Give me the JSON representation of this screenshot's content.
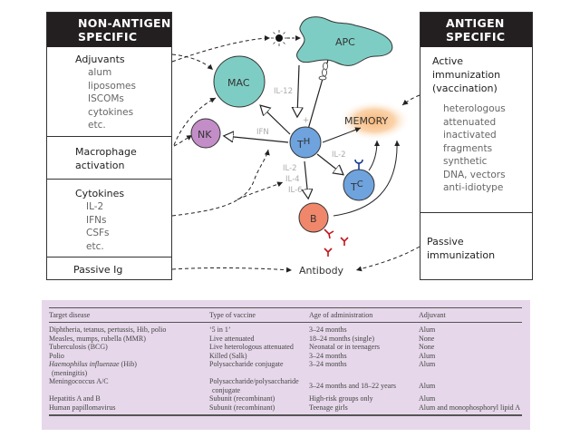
{
  "left_panel": {
    "header": [
      "NON-ANTIGEN",
      "SPECIFIC"
    ],
    "sections": [
      {
        "title": "Adjuvants",
        "items": [
          "alum",
          "liposomes",
          "ISCOMs",
          "cytokines",
          "etc."
        ]
      },
      {
        "title_lines": [
          "Macrophage",
          "activation"
        ]
      },
      {
        "title": "Cytokines",
        "items": [
          "IL-2",
          "IFNs",
          "CSFs",
          "etc."
        ]
      },
      {
        "title": "Passive Ig"
      }
    ]
  },
  "right_panel": {
    "header": [
      "ANTIGEN",
      "SPECIFIC"
    ],
    "sections": [
      {
        "title_lines": [
          "Active",
          "immunization",
          "(vaccination)"
        ],
        "items": [
          "heterologous",
          "attenuated",
          "inactivated",
          "fragments",
          "synthetic",
          "DNA, vectors",
          "anti-idiotype"
        ]
      },
      {
        "title_lines": [
          "Passive",
          "immunization"
        ]
      }
    ]
  },
  "diagram": {
    "nodes": {
      "apc": "APC",
      "mac": "MAC",
      "nk": "NK",
      "th": {
        "main": "T",
        "sup": "H"
      },
      "tc": {
        "main": "T",
        "sup": "C"
      },
      "b": "B",
      "memory": "MEMORY",
      "antibody": "Antibody"
    },
    "cytokine_labels": {
      "il12": "IL-12",
      "ifn": "IFN",
      "il2_tc": "IL-2",
      "il2_b": "IL-2",
      "il4_b": "IL-4",
      "il6_b": "IL-6",
      "plus": "+"
    },
    "colors": {
      "apc_mac": "#7ecdc4",
      "nk": "#c38dc8",
      "t_cells": "#6fa3de",
      "b_cell": "#f0876b",
      "memory_glow": "#f7b577",
      "antibody_red": "#c0141c",
      "tcr_blue": "#1a3a8c",
      "table_bg": "#e6d8ea"
    }
  },
  "table": {
    "headers": [
      "Target disease",
      "Type of vaccine",
      "Age of administration",
      "Adjuvant"
    ],
    "rows": [
      {
        "disease": "Diphtheria, tetanus, pertussis, Hib, polio",
        "type": "‘5 in 1’",
        "age": "3–24 months",
        "adjuvant": "Alum"
      },
      {
        "disease": "Measles, mumps, rubella (MMR)",
        "type": "Live attenuated",
        "age": "18–24 months (single)",
        "adjuvant": "None"
      },
      {
        "disease": "Tuberculosis (BCG)",
        "type": "Live heterologous attenuated",
        "age": "Neonatal or in teenagers",
        "adjuvant": "None"
      },
      {
        "disease": "Polio",
        "type": "Killed (Salk)",
        "age": "3–24 months",
        "adjuvant": "Alum"
      },
      {
        "disease_italic": "Haemophilus influenzae",
        "disease": " (Hib)",
        "disease_line2": "(meningitis)",
        "type": "Polysaccharide conjugate",
        "age": "3–24 months",
        "adjuvant": "Alum"
      },
      {
        "disease": "Meningococcus A/C",
        "type": "Polysaccharide/polysaccharide",
        "type_line2": "conjugate",
        "age": "3–24 months and 18–22 years",
        "adjuvant": "Alum"
      },
      {
        "disease": "Hepatitis A and B",
        "type": "Subunit (recombinant)",
        "age": "High-risk groups only",
        "adjuvant": "Alum"
      },
      {
        "disease": "Human papillomavirus",
        "type": "Subunit (recombinant)",
        "age": "Teenage girls",
        "adjuvant": "Alum and monophosphoryl lipid A"
      }
    ]
  }
}
